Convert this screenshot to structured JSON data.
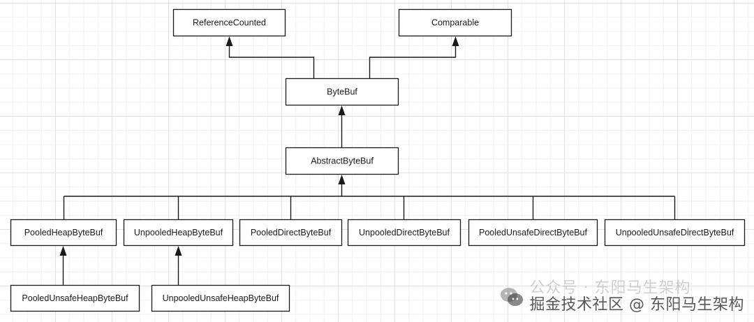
{
  "diagram": {
    "nodes": {
      "reference_counted": "ReferenceCounted",
      "comparable": "Comparable",
      "byte_buf": "ByteBuf",
      "abstract_byte_buf": "AbstractByteBuf",
      "pooled_heap_byte_buf": "PooledHeapByteBuf",
      "unpooled_heap_byte_buf": "UnpooledHeapByteBuf",
      "pooled_direct_byte_buf": "PooledDirectByteBuf",
      "unpooled_direct_byte_buf": "UnpooledDirectByteBuf",
      "pooled_unsafe_direct_byte_buf": "PooledUnsafeDirectByteBuf",
      "unpooled_unsafe_direct_byte_buf": "UnpooledUnsafeDirectByteBuf",
      "pooled_unsafe_heap_byte_buf": "PooledUnsafeHeapByteBuf",
      "unpooled_unsafe_heap_byte_buf": "UnpooledUnsafeHeapByteBuf"
    },
    "edges": [
      {
        "from": "byte_buf",
        "to": "reference_counted"
      },
      {
        "from": "byte_buf",
        "to": "comparable"
      },
      {
        "from": "abstract_byte_buf",
        "to": "byte_buf"
      },
      {
        "from": "pooled_heap_byte_buf",
        "to": "abstract_byte_buf"
      },
      {
        "from": "unpooled_heap_byte_buf",
        "to": "abstract_byte_buf"
      },
      {
        "from": "pooled_direct_byte_buf",
        "to": "abstract_byte_buf"
      },
      {
        "from": "unpooled_direct_byte_buf",
        "to": "abstract_byte_buf"
      },
      {
        "from": "pooled_unsafe_direct_byte_buf",
        "to": "abstract_byte_buf"
      },
      {
        "from": "unpooled_unsafe_direct_byte_buf",
        "to": "abstract_byte_buf"
      },
      {
        "from": "pooled_unsafe_heap_byte_buf",
        "to": "pooled_heap_byte_buf"
      },
      {
        "from": "unpooled_unsafe_heap_byte_buf",
        "to": "unpooled_heap_byte_buf"
      }
    ]
  },
  "watermark": {
    "line1": "公众号 · 东阳马生架构",
    "line2": "掘金技术社区 @ 东阳马生架构",
    "icon": "wechat-icon"
  }
}
